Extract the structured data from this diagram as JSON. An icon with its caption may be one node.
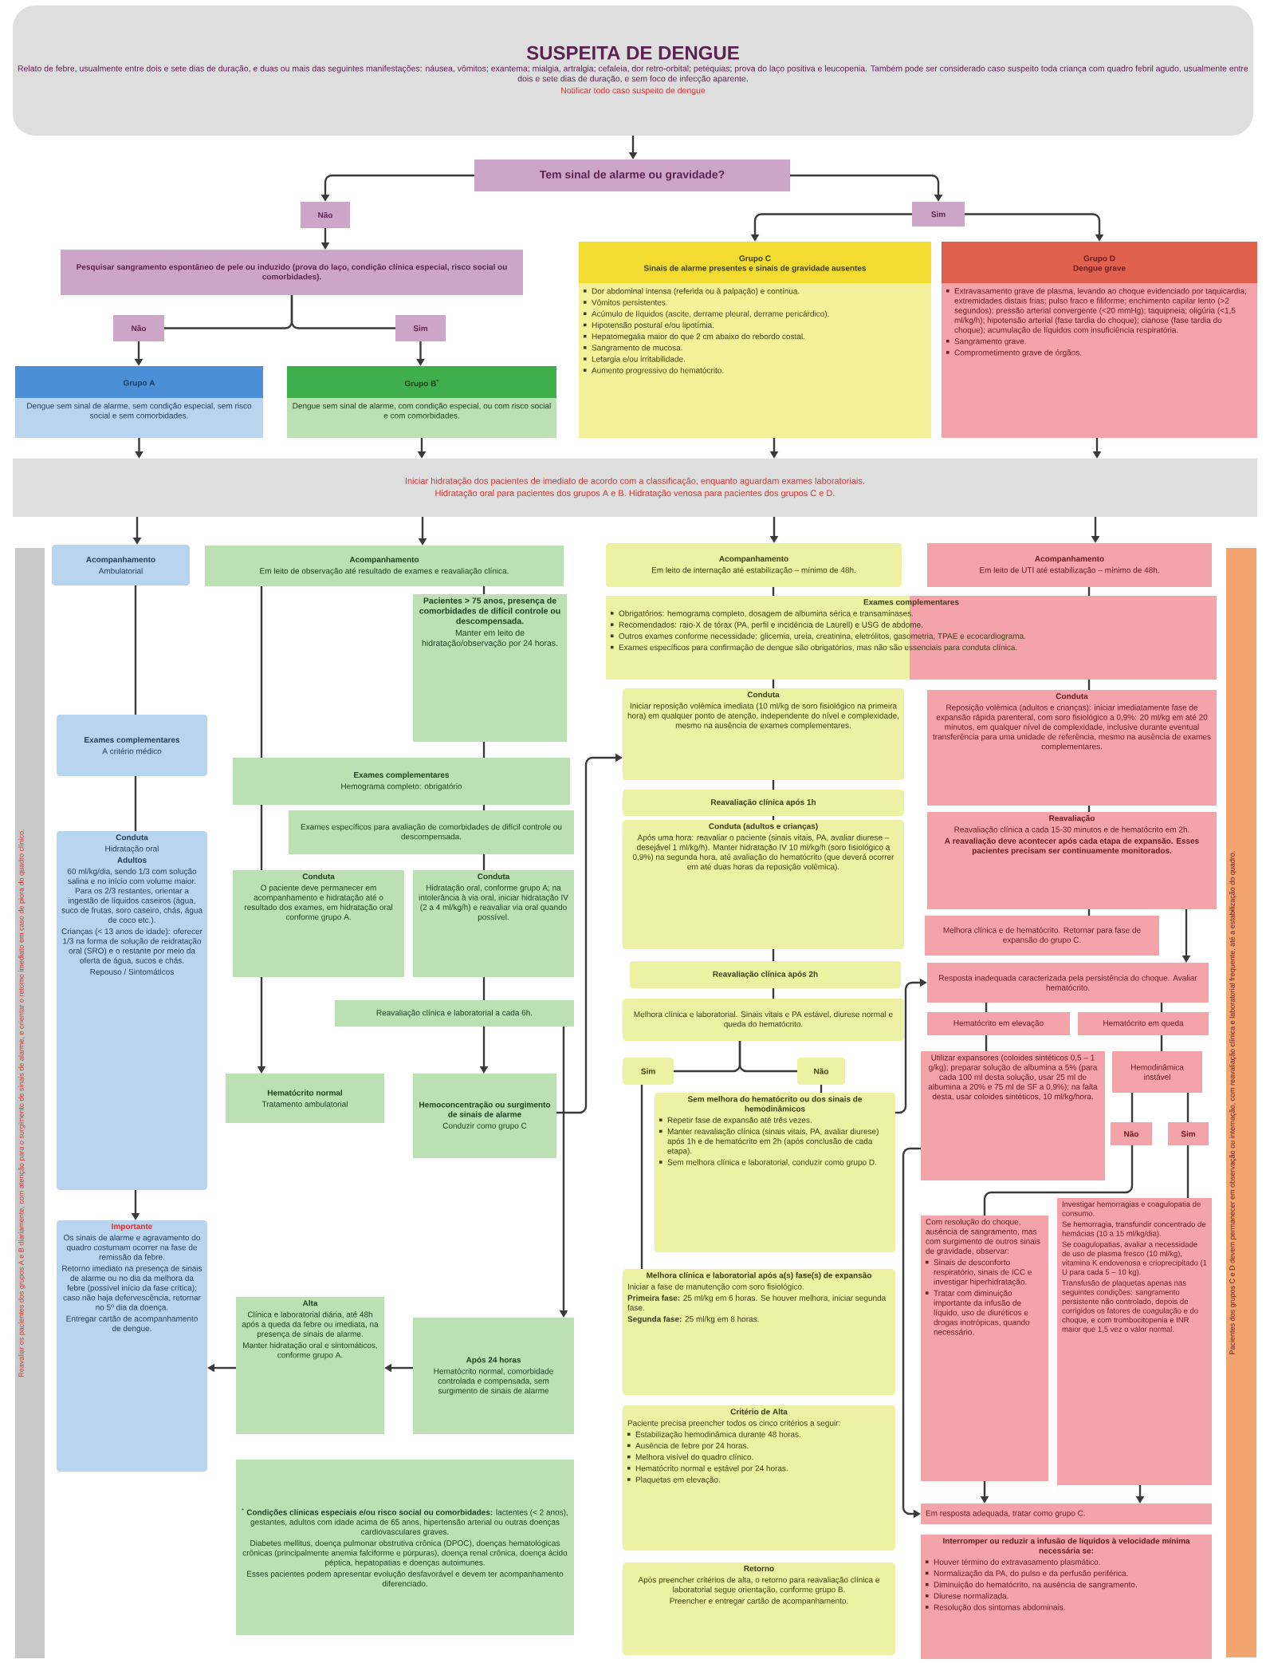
{
  "diagram": {
    "nodes": [
      {
        "text": [
          "SUSPEITA DE DENGUE",
          "Relato de febre, usualmente entre dois e sete dias de duração, e duas ou mais das seguintes manifestações: náusea, vômitos; exantema; mialgia, artralgia; cefaleia, dor retro-orbital; petéquias; prova do laço positiva e leucopenia. Também pode ser considerado caso suspeito toda criança com quadro febril agudo, usualmente entre dois e sete dias de duração, e sem foco de infecção aparente.",
          "Notificar todo caso suspeito de dengue"
        ]
      },
      {
        "text": [
          "Tem sinal de alarme ou gravidade?"
        ]
      },
      {
        "text": [
          "Não"
        ]
      },
      {
        "text": [
          "Sim"
        ]
      },
      {
        "text": [
          "Pesquisar sangramento espontâneo de pele ou induzido (prova do laço, condição clínica especial, risco social ou comorbidades)."
        ]
      },
      {
        "text": [
          "Não"
        ]
      },
      {
        "text": [
          "Sim"
        ]
      },
      {
        "text": [
          "Grupo A",
          "Dengue sem sinal de alarme, sem condição especial, sem risco social e sem comorbidades."
        ]
      },
      {
        "text": [
          "Grupo B$^{*}$",
          "Dengue sem sinal de alarme, com condição especial, ou com risco social e com comorbidades."
        ]
      },
      {
        "text": [
          "Grupo C",
          "Sinais de alarme presentes e sinais de gravidade ausentes",
          "Dor abdominal intensa (referida ou à palpação) e contínua.",
          "Vômitos persistentes.",
          "Acúmulo de líquidos (ascite, derrame pleural, derrame pericárdico).",
          "Hipotensão postural e/ou lipotímia.",
          "Hepatomegalia maior do que 2 cm abaixo do rebordo costal.",
          "Sangramento de mucosa.",
          "Letargia e/ou irritabilidade.",
          "Aumento progressivo do hematócrito."
        ]
      },
      {
        "text": [
          "Grupo D",
          "Dengue grave",
          "Extravasamento grave de plasma, levando ao choque evidenciado por taquicardia; extremidades distais frias; pulso fraco e filiforme; enchimento capilar lento (>2 segundos); pressão arterial convergente (<20 mmHg); taquipneia; oligúria (<1,5 ml/kg/h); hipotensão arterial (fase tardia do choque); cianose (fase tardia do choque); acumulação de líquidos com insuficiência respiratória.",
          "Sangramento grave.",
          "Comprometimento grave de órgãos."
        ]
      },
      {
        "text": [
          "Iniciar hidratação dos pacientes de imediato de acordo com a classificação, enquanto aguardam exames laboratoriais.",
          "Hidratação oral para pacientes dos grupos A e B. Hidratação venosa para pacientes dos grupos C e D."
        ]
      },
      {
        "text": [
          "Reavaliar os pacientes dos grupos A e B diariamente, com atenção para o surgimento de sinais de alarme, e orientar o retorno imediato em caso de piora do quadro clínico."
        ]
      },
      {
        "text": [
          "Acompanhamento",
          "Ambulatorial"
        ]
      },
      {
        "text": [
          "Exames complementares",
          "A critério médico"
        ]
      },
      {
        "text": [
          "Conduta",
          "Hidratação oral",
          "Adultos",
          "60 ml/kg/dia, sendo 1/3 com solução salina e no início com volume maior. Para os 2/3 restantes, orientar a ingestão de líquidos caseiros (água, suco de frutas, soro caseiro, chás, água de coco etc.).",
          "Crianças (< 13 anos de idade): oferecer 1/3 na forma de solução de reidratação oral (SRO) e o restante por meio da oferta de água, sucos e chás.",
          "Repouso / Sintomáticos"
        ]
      },
      {
        "text": [
          "Importante",
          "Os sinais de alarme e agravamento do quadro costumam ocorrer na fase de remissão da febre.",
          "Retorno imediato na presença de sinais de alarme ou no dia da melhora da febre (possível início da fase crítica); caso não haja defervescência, retornar no 5º dia da doença.",
          "Entregar cartão de acompanhamento de dengue."
        ]
      },
      {
        "text": [
          "Acompanhamento",
          "Em leito de observação até resultado de exames e reavaliação clínica."
        ]
      },
      {
        "text": [
          "Pacientes > 75 anos, presença de comorbidades de difícil controle ou descompensada.",
          "Manter em leito de hidratação/observação por 24 horas."
        ]
      },
      {
        "text": [
          "Exames complementares",
          "Hemograma completo: obrigatório"
        ]
      },
      {
        "text": [
          "Exames específicos para avaliação de comorbidades de difícil controle ou descompensada."
        ]
      },
      {
        "text": [
          "Conduta",
          "O paciente deve permanecer em acompanhamento e hidratação até o resultado dos exames, em hidratação oral conforme grupo A."
        ]
      },
      {
        "text": [
          "Conduta",
          "Hidratação oral, conforme grupo A; na intolerância à via oral, iniciar hidratação IV (2 a 4 ml/kg/h) e reavaliar via oral quando possível."
        ]
      },
      {
        "text": [
          "Reavaliação clínica e laboratorial a cada 6h."
        ]
      },
      {
        "text": [
          "Hematócrito normal",
          "Tratamento ambulatorial"
        ]
      },
      {
        "text": [
          "Hemoconcentração ou surgimento de sinais de alarme",
          "Conduzir como grupo C"
        ]
      },
      {
        "text": [
          "Alta",
          "Clínica e laboratorial diária, até 48h após a queda da febre ou imediata, na presença de sinais de alarme.",
          "Manter hidratação oral e sintomáticos, conforme grupo A."
        ]
      },
      {
        "text": [
          "Após 24 horas",
          "Hematócrito normal, comorbidade controlada e compensada, sem surgimento de sinais de alarme"
        ]
      },
      {
        "text": [
          "$^{*}$ **Condições clínicas especiais e/ou risco social ou comorbidades:** lactentes (< 2 anos), gestantes, adultos com idade acima de 65 anos, hipertensão arterial ou outras doenças cardiovasculares graves.",
          "Diabetes mellitus, doença pulmonar obstrutiva crônica (DPOC), doenças hematológicas crônicas (principalmente anemia falciforme e púrpuras), doença renal crônica, doença ácido péptica, hepatopatias e doenças autoimunes.",
          "Esses pacientes podem apresentar evolução desfavorável e devem ter acompanhamento diferenciado."
        ]
      },
      {
        "text": [
          "Acompanhamento",
          "Em leito de internação até estabilização – mínimo de 48h."
        ]
      },
      {
        "text": [
          "Exames complementares",
          "Obrigatórios: hemograma completo, dosagem de albumina sérica e transaminases.",
          "Recomendados: raio-X de tórax (PA, perfil e incidência de Laurell) e USG de abdome.",
          "Outros exames conforme necessidade: glicemia, ureia, creatinina, eletrólitos, gasometria, TPAE e ecocardiograma.",
          "Exames específicos para confirmação de dengue são obrigatórios, mas não são essenciais para conduta clínica."
        ]
      },
      {
        "text": [
          "Conduta",
          "Iniciar reposição volêmica imediata (10 ml/kg de soro fisiológico na primeira hora) em qualquer ponto de atenção, independente do nível e complexidade, mesmo na ausência de exames complementares."
        ]
      },
      {
        "text": [
          "Reavaliação clínica após 1h"
        ]
      },
      {
        "text": [
          "Conduta (adultos e crianças)",
          "Após uma hora: reavaliar o paciente (sinais vitais, PA, avaliar diurese – desejável 1 ml/kg/h). Manter hidratação IV 10 ml/kg/h (soro fisiológico a 0,9%) na segunda hora, até avaliação do hematócrito (que deverá ocorrer em até duas horas da reposição volêmica)."
        ]
      },
      {
        "text": [
          "Reavaliação clínica após 2h"
        ]
      },
      {
        "text": [
          "Melhora clínica e laboratorial. Sinais vitais e PA estável, diurese normal e queda do hematócrito."
        ]
      },
      {
        "text": [
          "Sim"
        ]
      },
      {
        "text": [
          "Não"
        ]
      },
      {
        "text": [
          "Sem melhora do hematócrito ou dos sinais de hemodinâmicos",
          "Repetir fase de expansão até três vezes.",
          "Manter reavaliação clínica (sinais vitais, PA, avaliar diurese) após 1h e de hematócrito em 2h (após conclusão de cada etapa).",
          "Sem melhora clínica e laboratorial, conduzir como grupo D."
        ]
      },
      {
        "text": [
          "Melhora clínica e laboratorial após a(s) fase(s) de expansão",
          "Iniciar a fase de manutenção com soro fisiológico.",
          "**Primeira fase:** 25 ml/kg em 6 horas. Se houver melhora, iniciar segunda fase.",
          "**Segunda fase:** 25 ml/kg em 8 horas."
        ]
      },
      {
        "text": [
          "Critério de Alta",
          "Paciente precisa preencher todos os cinco critérios a seguir:",
          "Estabilização hemodinâmica durante 48 horas.",
          "Ausência de febre por 24 horas.",
          "Melhora visível do quadro clínico.",
          "Hematócrito normal e estável por 24 horas.",
          "Plaquetas em elevação."
        ]
      },
      {
        "text": [
          "Retorno",
          "Após preencher critérios de alta, o retorno para reavaliação clínica e laboratorial segue orientação, conforme grupo B.",
          "Preencher e entregar cartão de acompanhamento."
        ]
      },
      {
        "text": [
          "Acompanhamento",
          "Em leito de UTI até estabilização – mínimo de 48h."
        ]
      },
      {
        "text": [
          "Conduta",
          "Reposição volêmica (adultos e crianças): iniciar imediatamente fase de expansão rápida parenteral, com soro fisiológico a 0,9%: 20 ml/kg em até 20 minutos, em qualquer nível de complexidade, inclusive durante eventual transferência para uma unidade de referência, mesmo na ausência de exames complementares."
        ]
      },
      {
        "text": [
          "Reavaliação",
          "Reavaliação clínica a cada 15-30 minutos e de hematócrito em 2h.",
          "A reavaliação deve acontecer após cada etapa de expansão. Esses pacientes precisam ser continuamente monitorados."
        ]
      },
      {
        "text": [
          "Melhora clínica e de hematócrito. Retornar para fase de expansão do grupo C."
        ]
      },
      {
        "text": [
          "Resposta inadequada caracterizada pela persistência do choque. Avaliar hematócrito."
        ]
      },
      {
        "text": [
          "Hematócrito em elevação"
        ]
      },
      {
        "text": [
          "Hematócrito em queda"
        ]
      },
      {
        "text": [
          "Utilizar expansores (coloides sintéticos 0,5 – 1 g/kg); preparar solução de albumina a 5% (para cada 100 ml desta solução, usar 25 ml de albumina a 20% e 75 ml de SF a 0,9%); na falta desta, usar coloides sintéticos, 10 ml/kg/hora."
        ]
      },
      {
        "text": [
          "Hemodinâmica instável"
        ]
      },
      {
        "text": [
          "Não"
        ]
      },
      {
        "text": [
          "Sim"
        ]
      },
      {
        "text": [
          "Com resolução do choque, ausência de sangramento, mas com surgimento de outros sinais de gravidade, observar:",
          "Sinais de desconforto respiratório, sinais de ICC e investigar hiperhidratação.",
          "Tratar com diminuição importante da infusão de líquido, uso de diuréticos e drogas inotrópicas, quando necessário."
        ]
      },
      {
        "text": [
          "Investigar hemorragias e coagulopatia de consumo.",
          "Se hemorragia, transfundir concentrado de hemácias (10 a 15 ml/kg/dia).",
          "Se coagulopatias, avaliar a necessidade de uso de plasma fresco (10 ml/kg), vitamina K endovenosa e crioprecipitado (1 U para cada 5 – 10 kg).",
          "Transfusão de plaquetas apenas nas seguintes condições: sangramento persistente não controlado, depois de corrigidos os fatores de coagulação e do choque, e com trombocitopenia e INR maior que 1,5 vez o valor normal."
        ]
      },
      {
        "text": [
          "Em resposta adequada, tratar como grupo C."
        ]
      },
      {
        "text": [
          "Interromper ou reduzir a infusão de líquidos à velocidade mínima necessária se:",
          "Houver término do extravasamento plasmático.",
          "Normalização da PA, do pulso e da perfusão periférica.",
          "Diminuição do hematócrito, na ausência de sangramento.",
          "Diurese normalizada.",
          "Resolução dos sintomas abdominais."
        ]
      },
      {
        "text": [
          "Pacientes dos grupos C e D devem permanecer em observação ou internação, com reavaliação clínica e laboratorial frequente, até a estabilização do quadro."
        ]
      }
    ],
    "edges": [
      {
        "from": 0,
        "to": 1,
        "arrow": "to"
      },
      {
        "from": 1,
        "to": 2,
        "arrow": "to"
      },
      {
        "from": 1,
        "to": 3,
        "arrow": "to"
      },
      {
        "from": 2,
        "to": 4,
        "arrow": "to"
      },
      {
        "from": 3,
        "to": 9,
        "arrow": "to"
      },
      {
        "from": 3,
        "to": 10,
        "arrow": "to"
      },
      {
        "from": 4,
        "to": 5,
        "arrow": "none"
      },
      {
        "from": 4,
        "to": 6,
        "arrow": "none"
      },
      {
        "from": 5,
        "to": 7,
        "arrow": "to"
      },
      {
        "from": 6,
        "to": 8,
        "arrow": "to"
      },
      {
        "from": 7,
        "to": 11,
        "arrow": "to"
      },
      {
        "from": 8,
        "to": 11,
        "arrow": "to"
      },
      {
        "from": 9,
        "to": 11,
        "arrow": "to"
      },
      {
        "from": 10,
        "to": 11,
        "arrow": "to"
      },
      {
        "from": 11,
        "to": 13,
        "arrow": "to"
      },
      {
        "from": 11,
        "to": 17,
        "arrow": "to"
      },
      {
        "from": 11,
        "to": 29,
        "arrow": "to"
      },
      {
        "from": 11,
        "to": 42,
        "arrow": "to"
      },
      {
        "from": 13,
        "to": 14,
        "arrow": "none"
      },
      {
        "from": 14,
        "to": 15,
        "arrow": "none"
      },
      {
        "from": 15,
        "to": 16,
        "arrow": "to"
      },
      {
        "from": 17,
        "to": 19,
        "arrow": "none"
      },
      {
        "from": 19,
        "to": 21,
        "arrow": "none"
      },
      {
        "from": 21,
        "to": 24,
        "arrow": "to"
      },
      {
        "from": 17,
        "to": 18,
        "arrow": "none"
      },
      {
        "from": 18,
        "to": 19,
        "arrow": "none"
      },
      {
        "from": 19,
        "to": 20,
        "arrow": "none"
      },
      {
        "from": 20,
        "to": 22,
        "arrow": "none"
      },
      {
        "from": 22,
        "to": 23,
        "arrow": "none"
      },
      {
        "from": 23,
        "to": 25,
        "arrow": "to"
      },
      {
        "from": 23,
        "to": 27,
        "arrow": "to"
      },
      {
        "from": 25,
        "to": 31,
        "arrow": "to"
      },
      {
        "from": 27,
        "to": 26,
        "arrow": "to"
      },
      {
        "from": 26,
        "to": 16,
        "arrow": "to"
      },
      {
        "from": 29,
        "to": 30,
        "arrow": "none"
      },
      {
        "from": 30,
        "to": 31,
        "arrow": "none"
      },
      {
        "from": 31,
        "to": 32,
        "arrow": "none"
      },
      {
        "from": 32,
        "to": 33,
        "arrow": "none"
      },
      {
        "from": 33,
        "to": 34,
        "arrow": "none"
      },
      {
        "from": 34,
        "to": 35,
        "arrow": "none"
      },
      {
        "from": 35,
        "to": 36,
        "arrow": "none"
      },
      {
        "from": 35,
        "to": 37,
        "arrow": "none"
      },
      {
        "from": 37,
        "to": 38,
        "arrow": "none"
      },
      {
        "from": 36,
        "to": 39,
        "arrow": "none"
      },
      {
        "from": 38,
        "to": 46,
        "arrow": "to"
      },
      {
        "from": 42,
        "to": 30,
        "arrow": "none"
      },
      {
        "from": 30,
        "to": 43,
        "arrow": "none"
      },
      {
        "from": 43,
        "to": 44,
        "arrow": "none"
      },
      {
        "from": 44,
        "to": 45,
        "arrow": "none"
      },
      {
        "from": 44,
        "to": 46,
        "arrow": "to"
      },
      {
        "from": 46,
        "to": 47,
        "arrow": "none"
      },
      {
        "from": 46,
        "to": 48,
        "arrow": "none"
      },
      {
        "from": 47,
        "to": 49,
        "arrow": "none"
      },
      {
        "from": 48,
        "to": 50,
        "arrow": "none"
      },
      {
        "from": 50,
        "to": 51,
        "arrow": "none"
      },
      {
        "from": 50,
        "to": 52,
        "arrow": "none"
      },
      {
        "from": 51,
        "to": 53,
        "arrow": "none"
      },
      {
        "from": 52,
        "to": 54,
        "arrow": "none"
      },
      {
        "from": 53,
        "to": 55,
        "arrow": "to"
      },
      {
        "from": 54,
        "to": 55,
        "arrow": "to"
      },
      {
        "from": 49,
        "to": 55,
        "arrow": "to"
      }
    ]
  }
}
